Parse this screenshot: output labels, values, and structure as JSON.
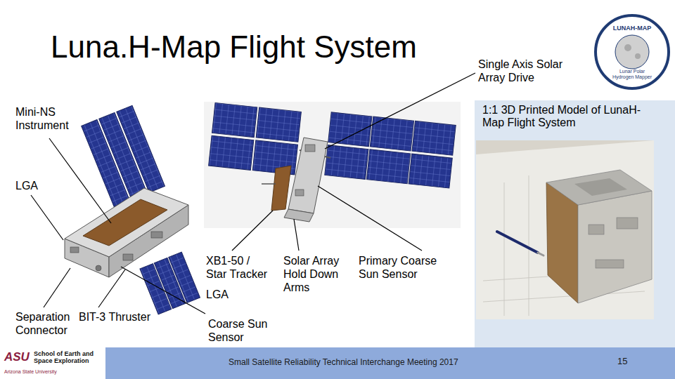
{
  "diagram": {
    "title": "Luna.H-Map Flight System",
    "nodes": [
      {
        "text": [
          "LUNAH-MAP",
          "Lunar Polar Hydrogen Mapper"
        ]
      },
      {
        "text": [
          "1:1 3D Printed Model of LunaH-Map Flight System"
        ]
      },
      {
        "text": [
          "Small Satellite Reliability Technical Interchange Meeting 2017",
          "15"
        ]
      },
      {
        "text": [
          "ASU",
          "School of Earth and Space Exploration",
          "Arizona State University"
        ],
        "in": 2
      }
    ],
    "labels": [
      "Single Axis Solar Array Drive",
      "Mini-NS Instrument",
      "LGA",
      "XB1-50 / Star Tracker",
      "Solar Array Hold Down Arms",
      "Primary Coarse Sun Sensor",
      "LGA",
      "Separation Connector",
      "BIT-3 Thruster",
      "Coarse Sun Sensor"
    ]
  }
}
